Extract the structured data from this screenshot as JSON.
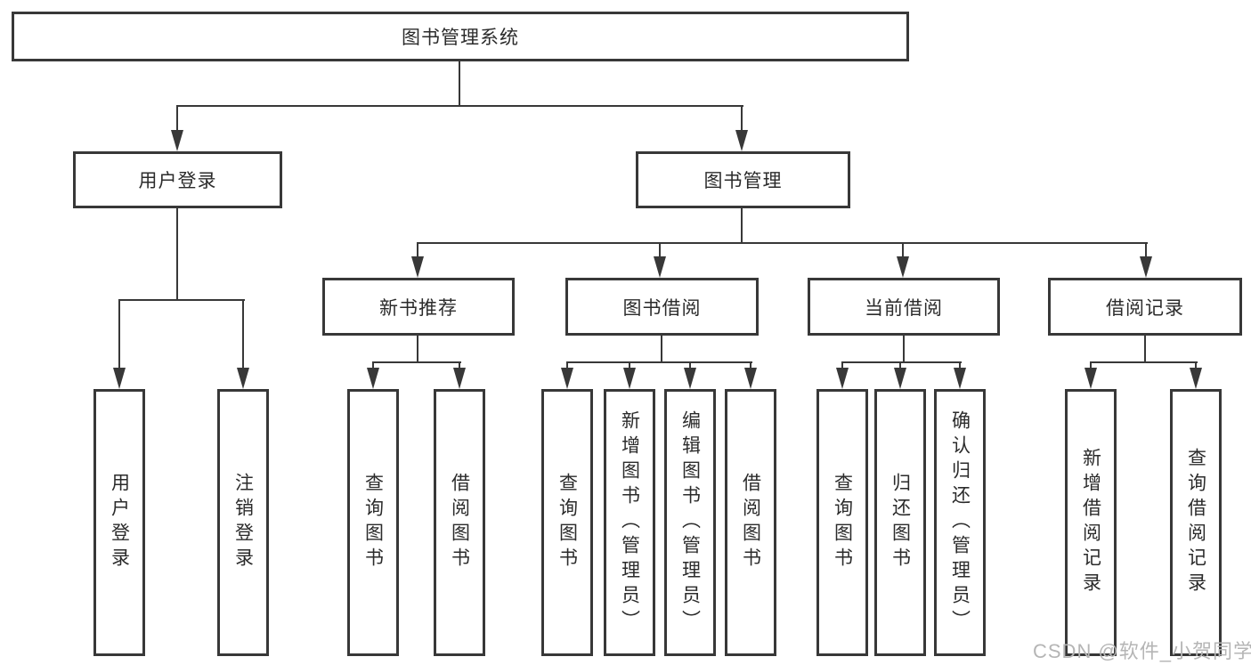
{
  "title": "图书管理系统",
  "watermark": "CSDN @软件_小贺同学",
  "colors": {
    "line": "#383838",
    "background": "#ffffff",
    "watermark": "#b5b5b5"
  },
  "branches": [
    {
      "label": "用户登录",
      "leaves": [
        "用户登录",
        "注销登录"
      ]
    },
    {
      "label": "图书管理",
      "groups": [
        {
          "label": "新书推荐",
          "leaves": [
            "查询图书",
            "借阅图书"
          ]
        },
        {
          "label": "图书借阅",
          "leaves": [
            "查询图书",
            "新增图书（管理员）",
            "编辑图书（管理员）",
            "借阅图书"
          ]
        },
        {
          "label": "当前借阅",
          "leaves": [
            "查询图书",
            "归还图书",
            "确认归还（管理员）"
          ]
        },
        {
          "label": "借阅记录",
          "leaves": [
            "新增借阅记录",
            "查询借阅记录"
          ]
        }
      ]
    }
  ]
}
